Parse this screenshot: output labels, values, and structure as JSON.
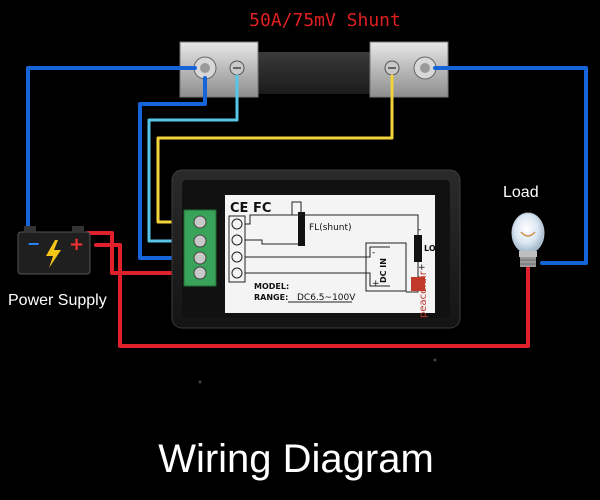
{
  "shunt": {
    "title": "50A/75mV Shunt"
  },
  "labels": {
    "load": "Load",
    "power_supply": "Power Supply",
    "footer": "Wiring Diagram"
  },
  "panel": {
    "certifications": "CE FC",
    "shunt_label": "FL(shunt)",
    "load_label": "LOAD",
    "dc_in": "DC IN",
    "model_label": "MODEL:",
    "range_label": "RANGE:",
    "range_value": "DC6.5~100V",
    "brand": "peacefair",
    "minus_sign": "-",
    "plus_sign": "+"
  },
  "battery": {
    "minus": "−",
    "plus": "+"
  },
  "colors": {
    "blue_wire": "#1565d8",
    "red_wire": "#e0202a",
    "yellow_wire": "#f2d43a",
    "cyan_wire": "#56c6e8",
    "green_terminal": "#3aa35a",
    "shunt_title": "#e02020"
  }
}
